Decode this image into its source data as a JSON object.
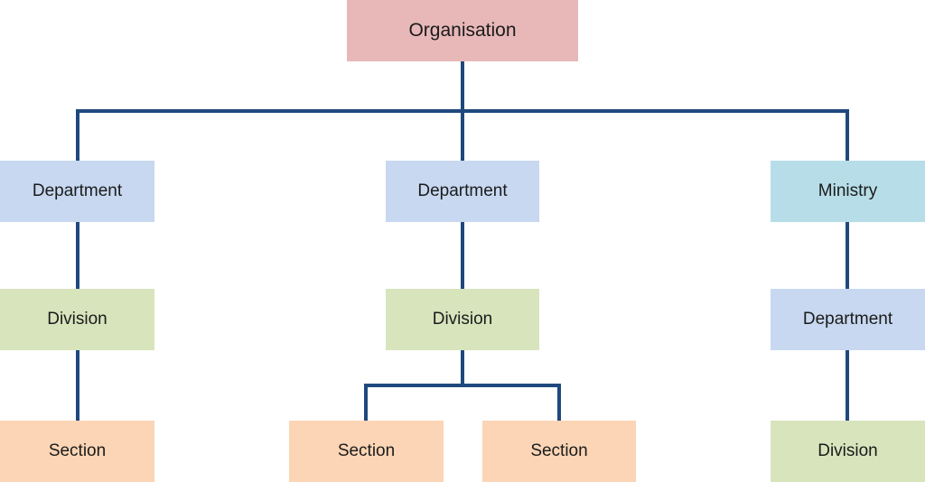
{
  "colors": {
    "organisation": "#e8b8b9",
    "department": "#c7d8f0",
    "ministry": "#b7dee8",
    "division": "#d8e4bc",
    "section": "#fbd5b5",
    "connector": "#1f497d"
  },
  "nodes": {
    "organisation": {
      "label": "Organisation",
      "type": "organisation"
    },
    "dept_left": {
      "label": "Department",
      "type": "department"
    },
    "dept_center": {
      "label": "Department",
      "type": "department"
    },
    "ministry": {
      "label": "Ministry",
      "type": "ministry"
    },
    "div_left": {
      "label": "Division",
      "type": "division"
    },
    "div_center": {
      "label": "Division",
      "type": "division"
    },
    "dept_right": {
      "label": "Department",
      "type": "department"
    },
    "sec_left": {
      "label": "Section",
      "type": "section"
    },
    "sec_center_a": {
      "label": "Section",
      "type": "section"
    },
    "sec_center_b": {
      "label": "Section",
      "type": "section"
    },
    "div_right": {
      "label": "Division",
      "type": "division"
    }
  }
}
